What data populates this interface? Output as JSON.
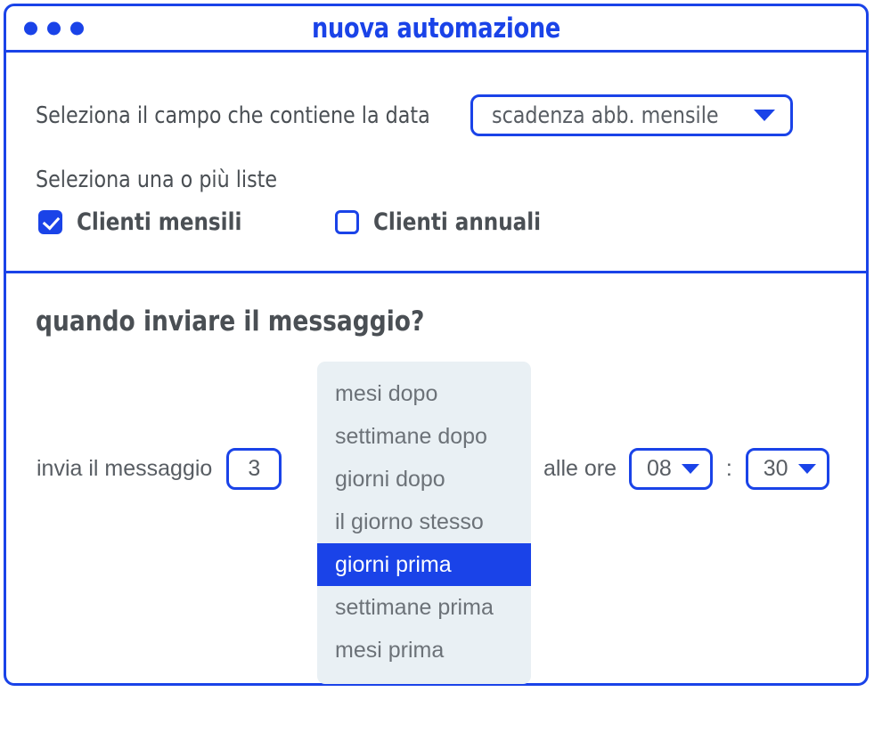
{
  "window": {
    "title": "nuova automazione",
    "dots_icon": "window-dots-icon",
    "accent_color": "#1a43e8",
    "text_color": "#4a4f54",
    "panel_bg": "#e9f0f4"
  },
  "section_fields": {
    "date_field_label": "Seleziona il campo che contiene la data",
    "date_field_select": {
      "value": "scadenza abb. mensile",
      "caret_icon": "chevron-down-icon"
    },
    "lists_label": "Seleziona una o più liste",
    "checkboxes": [
      {
        "label": "Clienti mensili",
        "checked": true
      },
      {
        "label": "Clienti annuali",
        "checked": false
      }
    ]
  },
  "section_timing": {
    "heading": "quando inviare il messaggio?",
    "send_label": "invia il messaggio",
    "amount_value": "3",
    "time_label": "alle ore",
    "hour_value": "08",
    "time_separator": ":",
    "minute_value": "30",
    "caret_icon": "chevron-down-icon",
    "when_dropdown": {
      "selected": "giorni prima",
      "options": [
        "mesi dopo",
        "settimane dopo",
        "giorni dopo",
        "il giorno stesso",
        "giorni prima",
        "settimane prima",
        "mesi prima"
      ]
    }
  }
}
